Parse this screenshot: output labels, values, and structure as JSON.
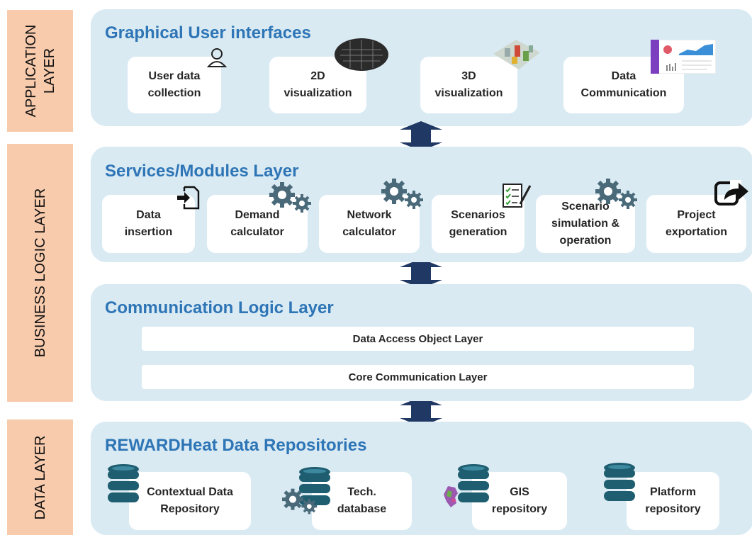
{
  "side_labels": {
    "application": "APPLICATION\nLAYER",
    "business": "BUSINESS LOGIC LAYER",
    "data": "DATA LAYER"
  },
  "gui": {
    "title": "Graphical User interfaces",
    "items": [
      "User data\ncollection",
      "2D\nvisualization",
      "3D\nvisualization",
      "Data\nCommunication"
    ]
  },
  "services": {
    "title": "Services/Modules Layer",
    "items": [
      "Data\ninsertion",
      "Demand\ncalculator",
      "Network\ncalculator",
      "Scenarios\ngeneration",
      "Scenario\nsimulation &\noperation",
      "Project\nexportation"
    ]
  },
  "communication": {
    "title": "Communication Logic Layer",
    "bars": [
      "Data Access Object Layer",
      "Core Communication Layer"
    ]
  },
  "repositories": {
    "title": "REWARDHeat Data Repositories",
    "items": [
      "Contextual Data\nRepository",
      "Tech.\ndatabase",
      "GIS\nrepository",
      "Platform\nrepository"
    ]
  },
  "colors": {
    "side": "#f8cbad",
    "panel": "#d9eaf3",
    "title": "#2e75b6",
    "arrow": "#203864",
    "icon": "#4a6a7a"
  }
}
